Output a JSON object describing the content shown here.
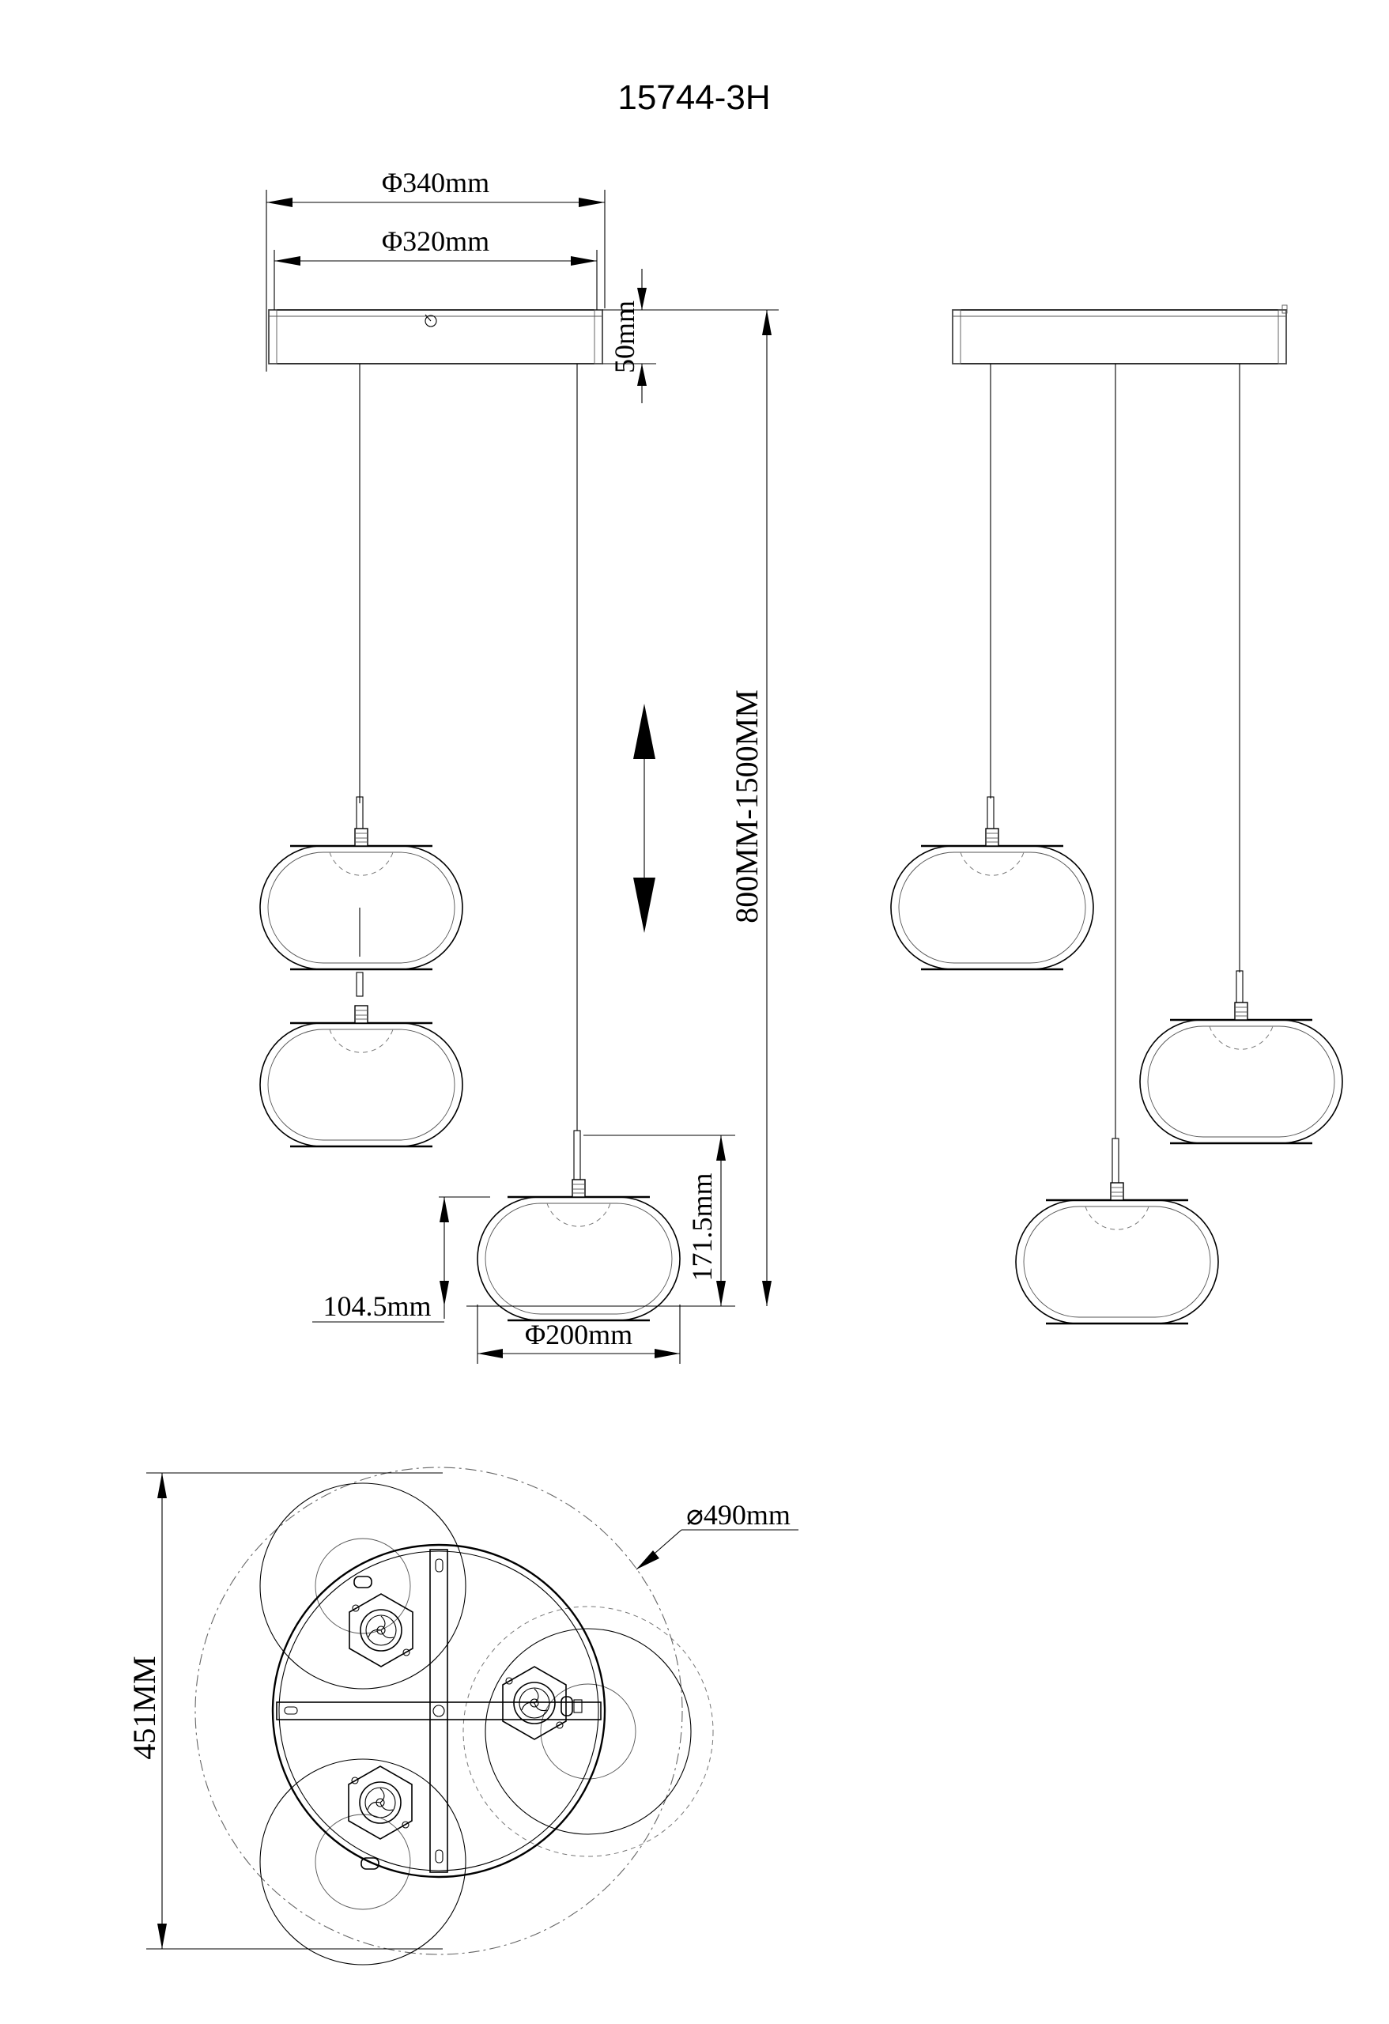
{
  "title": "15744-3H",
  "dimensions": {
    "canopy_outer_diameter": "Φ340mm",
    "canopy_inner_diameter": "Φ320mm",
    "canopy_height": "50mm",
    "drop_range": "800MM-1500MM",
    "shade_height_total": "171.5mm",
    "shade_height": "104.5mm",
    "shade_diameter": "Φ200mm",
    "overall_diameter": "⌀490mm",
    "overall_height": "451MM"
  }
}
